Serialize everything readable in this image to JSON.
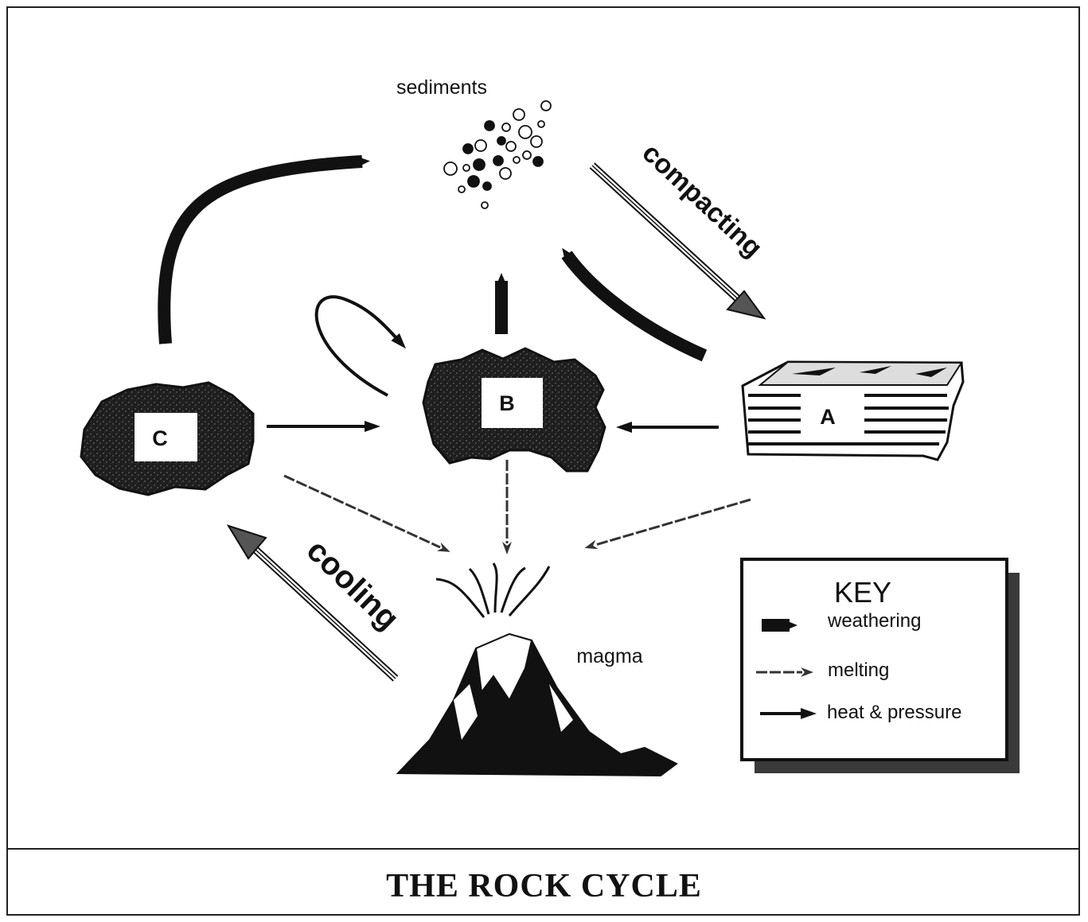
{
  "title": "THE ROCK CYCLE",
  "nodes": {
    "sediments": "sediments",
    "magma": "magma",
    "rock_a": "A",
    "rock_b": "B",
    "rock_c": "C"
  },
  "process_labels": {
    "compacting": "compacting",
    "cooling": "cooling"
  },
  "key": {
    "heading": "KEY",
    "items": [
      {
        "label": "weathering",
        "arrow_style": "weathering"
      },
      {
        "label": "melting",
        "arrow_style": "melting"
      },
      {
        "label": "heat & pressure",
        "arrow_style": "heat-pressure"
      }
    ]
  },
  "colors": {
    "ink": "#111111",
    "rock_fill": "#1c1c1c",
    "key_shadow": "#3a3a3a"
  }
}
